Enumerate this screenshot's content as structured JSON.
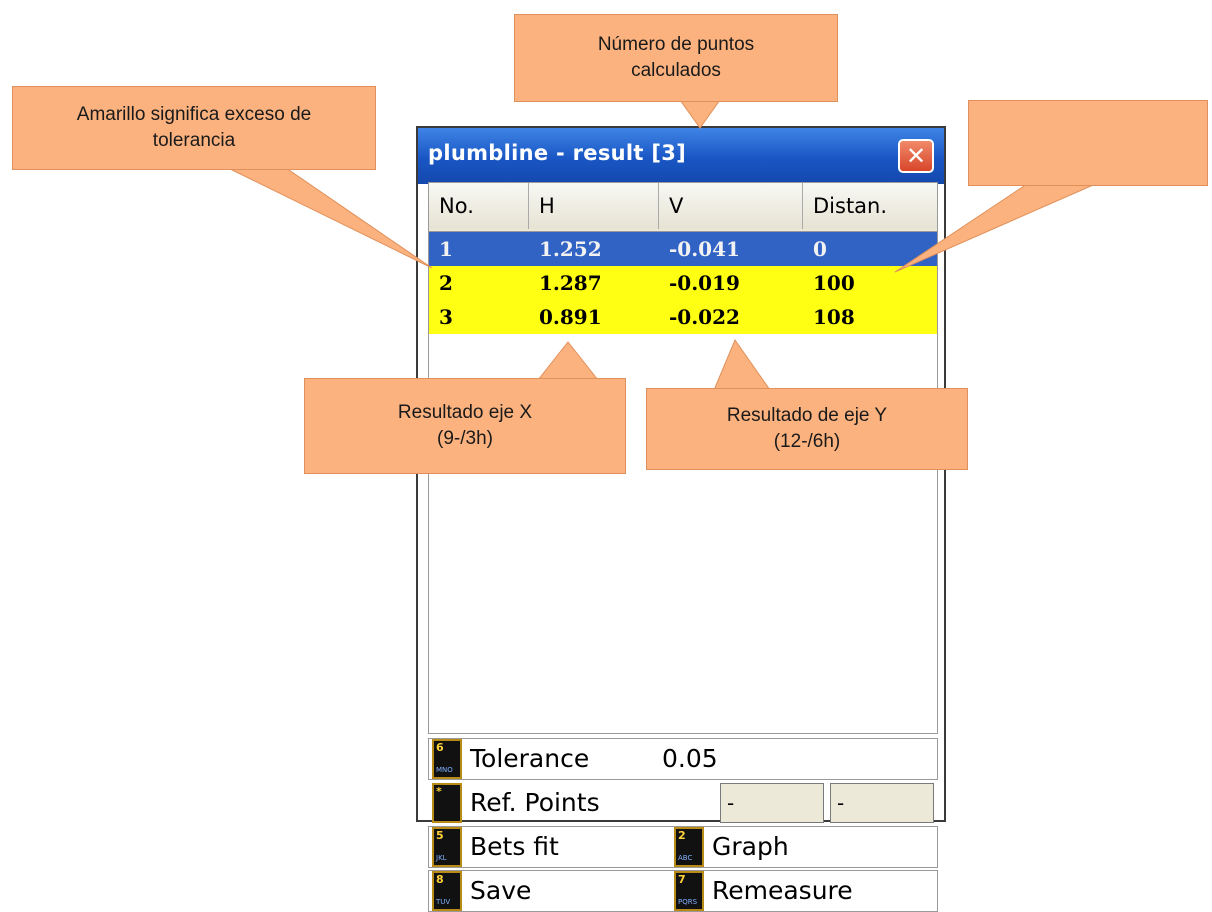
{
  "window": {
    "title": "plumbline - result [3]",
    "close_glyph": "✕"
  },
  "table": {
    "headers": [
      "No.",
      "H",
      "V",
      "Distan."
    ],
    "rows": [
      {
        "no": "1",
        "h": "1.252",
        "v": "-0.041",
        "d": "0",
        "state": "selected"
      },
      {
        "no": "2",
        "h": "1.287",
        "v": "-0.019",
        "d": "100",
        "state": "out-of-tolerance"
      },
      {
        "no": "3",
        "h": "0.891",
        "v": "-0.022",
        "d": "108",
        "state": "out-of-tolerance"
      }
    ]
  },
  "panel": {
    "tolerance_label": "Tolerance",
    "tolerance_value": "0.05",
    "ref_points_label": "Ref. Points",
    "ref_point_1": "-",
    "ref_point_2": "-",
    "best_fit_label": "Bets fit",
    "graph_label": "Graph",
    "save_label": "Save",
    "remeasure_label": "Remeasure",
    "keys": {
      "tolerance": {
        "num": "6",
        "sub": "MNO"
      },
      "ref_points": {
        "num": "*",
        "sub": ""
      },
      "best_fit": {
        "num": "5",
        "sub": "JKL"
      },
      "graph": {
        "num": "2",
        "sub": "ABC"
      },
      "save": {
        "num": "8",
        "sub": "TUV"
      },
      "remeasure": {
        "num": "7",
        "sub": "PQRS"
      }
    }
  },
  "callouts": {
    "points_count": [
      "Número de puntos",
      "calculados"
    ],
    "yellow_meaning": [
      "Amarillo significa exceso de",
      "tolerancia"
    ],
    "x_axis": [
      "Resultado eje X",
      "(9-/3h)"
    ],
    "y_axis": [
      "Resultado de eje Y",
      "(12-/6h)"
    ]
  },
  "colors": {
    "callout_fill": "#fbb27e",
    "selected_row": "#3163c5",
    "warning_row": "#ffff14",
    "titlebar": "#1956c4"
  }
}
